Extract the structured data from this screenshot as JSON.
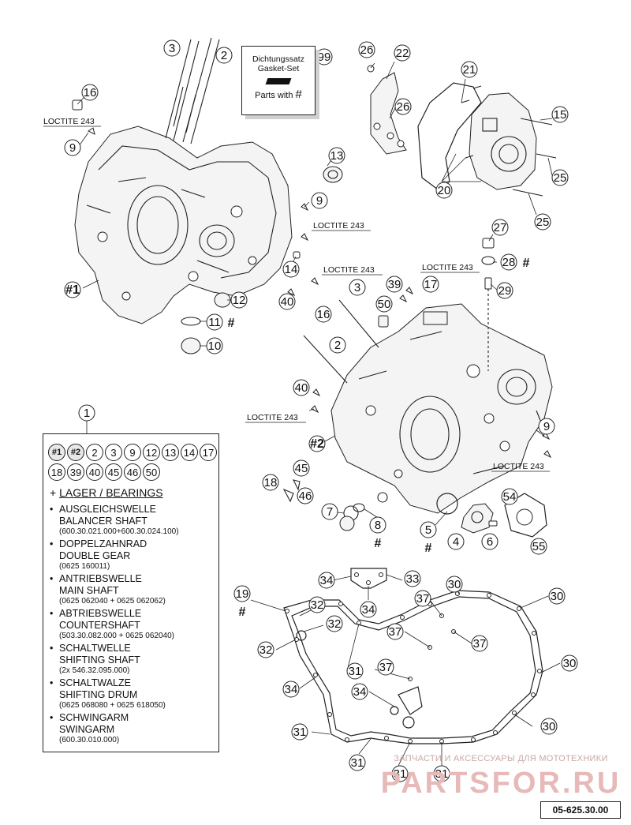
{
  "gasket_set": {
    "line1": "Dichtungssatz",
    "line2": "Gasket-Set",
    "line3": "Parts with",
    "hash": "#",
    "ref": "99"
  },
  "loctite": "LOCTITE 243",
  "callouts": {
    "c1": "1",
    "c2": "2",
    "c3": "3",
    "c4": "4",
    "c5": "5",
    "c6": "6",
    "c7": "7",
    "c8": "8",
    "c9": "9",
    "c10": "10",
    "c11": "11",
    "c12": "12",
    "c13": "13",
    "c14": "14",
    "c15": "15",
    "c16": "16",
    "c17": "17",
    "c18": "18",
    "c19": "19",
    "c20": "20",
    "c21": "21",
    "c22": "22",
    "c25": "25",
    "c26": "26",
    "c27": "27",
    "c28": "28",
    "c29": "29",
    "c30": "30",
    "c31": "31",
    "c32": "32",
    "c33": "33",
    "c34": "34",
    "c37": "37",
    "c39": "39",
    "c40": "40",
    "c45": "45",
    "c46": "46",
    "c50": "50",
    "c54": "54",
    "c55": "55",
    "h1": "#1",
    "h2": "#2"
  },
  "hash": "#",
  "kit": {
    "badges": [
      "#1",
      "#2",
      "2",
      "3",
      "9",
      "12",
      "13",
      "14",
      "17",
      "18",
      "39",
      "40",
      "45",
      "46",
      "50"
    ],
    "heading_plus": "+",
    "heading": "LAGER / BEARINGS",
    "items": [
      {
        "de": "AUSGLEICHSWELLE",
        "en": "BALANCER SHAFT",
        "pn": "(600.30.021.000+600.30.024.100)"
      },
      {
        "de": "DOPPELZAHNRAD",
        "en": "DOUBLE GEAR",
        "pn": "(0625 160011)"
      },
      {
        "de": "ANTRIEBSWELLE",
        "en": "MAIN SHAFT",
        "pn": "(0625 062040 + 0625 062062)"
      },
      {
        "de": "ABTRIEBSWELLE",
        "en": "COUNTERSHAFT",
        "pn": "(503.30.082.000 + 0625 062040)"
      },
      {
        "de": "SCHALTWELLE",
        "en": "SHIFTING SHAFT",
        "pn": "(2x 546.32.095.000)"
      },
      {
        "de": "SCHALTWALZE",
        "en": "SHIFTING DRUM",
        "pn": "(0625 068080 + 0625 618050)"
      },
      {
        "de": "SCHWINGARM",
        "en": "SWINGARM",
        "pn": "(600.30.010.000)"
      }
    ],
    "bullet": "•"
  },
  "drawing_number": "05-625.30.00",
  "watermark": {
    "top": "ЗАПЧАСТИ И АКСЕССУАРЫ ДЛЯ МОТОТЕХНИКИ",
    "main": "PARTSFOR.RU"
  }
}
